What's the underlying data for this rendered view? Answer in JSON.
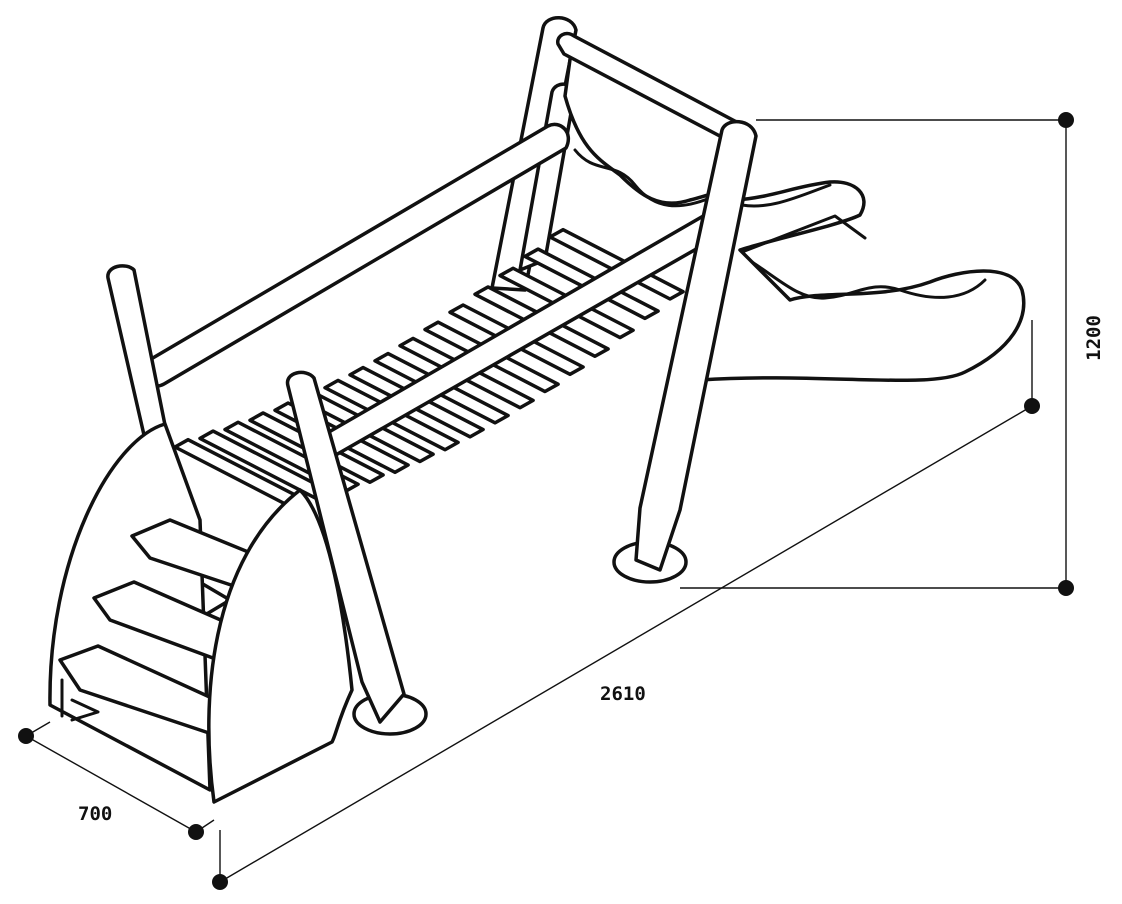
{
  "dimensions": {
    "length": "2610",
    "height": "1200",
    "depth": "700"
  },
  "colors": {
    "ink": "#111111",
    "paper": "#ffffff"
  }
}
